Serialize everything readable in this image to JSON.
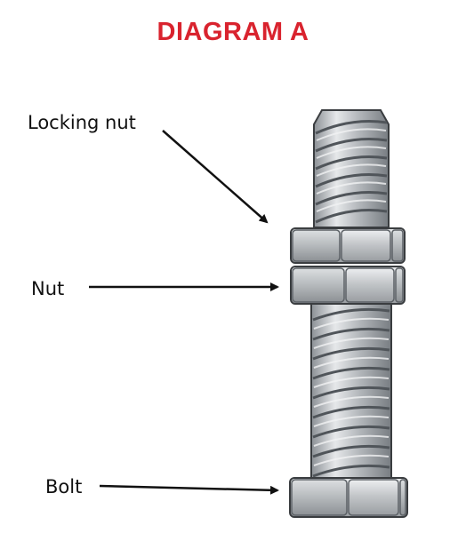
{
  "title": "DIAGRAM A",
  "labels": {
    "locking_nut": "Locking nut",
    "nut": "Nut",
    "bolt": "Bolt"
  },
  "colors": {
    "title": "#d9232e",
    "steel_light": "#d4d6d8",
    "steel_mid": "#a9adb1",
    "steel_dark": "#6e7378",
    "outline": "#3a3d40",
    "arrow": "#111111"
  }
}
